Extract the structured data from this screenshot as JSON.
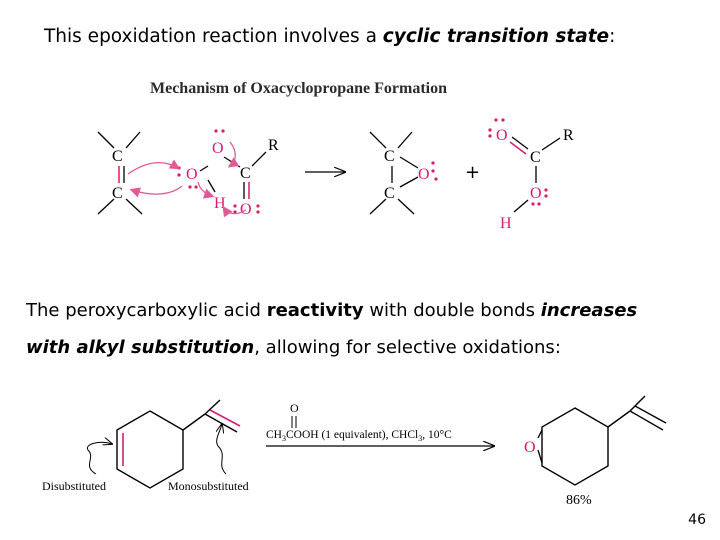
{
  "intro": {
    "prefix": "This epoxidation reaction involves a ",
    "emphasis": "cyclic transition state",
    "suffix": ":"
  },
  "mechanism": {
    "title": "Mechanism of Oxacyclopropane Formation"
  },
  "selectivity": {
    "part1": "The peroxycarboxylic acid ",
    "bold": "reactivity",
    "part2": " with double bonds ",
    "italic1": "increases",
    "italic2": "with alkyl substitution",
    "part3": ", allowing for selective oxidations:"
  },
  "reaction2": {
    "reagent_left": "CH",
    "reagent_sub": "3",
    "reagent_mid": "COOH (1 equivalent), CHCl",
    "reagent_sub2": "3",
    "reagent_right": ", 10°C",
    "carbonyl_O": "O",
    "label_left": "Disubstituted",
    "label_right": "Monosubstituted",
    "yield": "86%",
    "product_O": "O"
  },
  "atoms": {
    "C": "C",
    "O": "O",
    "R": "R",
    "H": "H"
  },
  "colors": {
    "pink": "#d81b73",
    "arrow": "#e05a95",
    "text": "#000000"
  },
  "page_number": "46"
}
